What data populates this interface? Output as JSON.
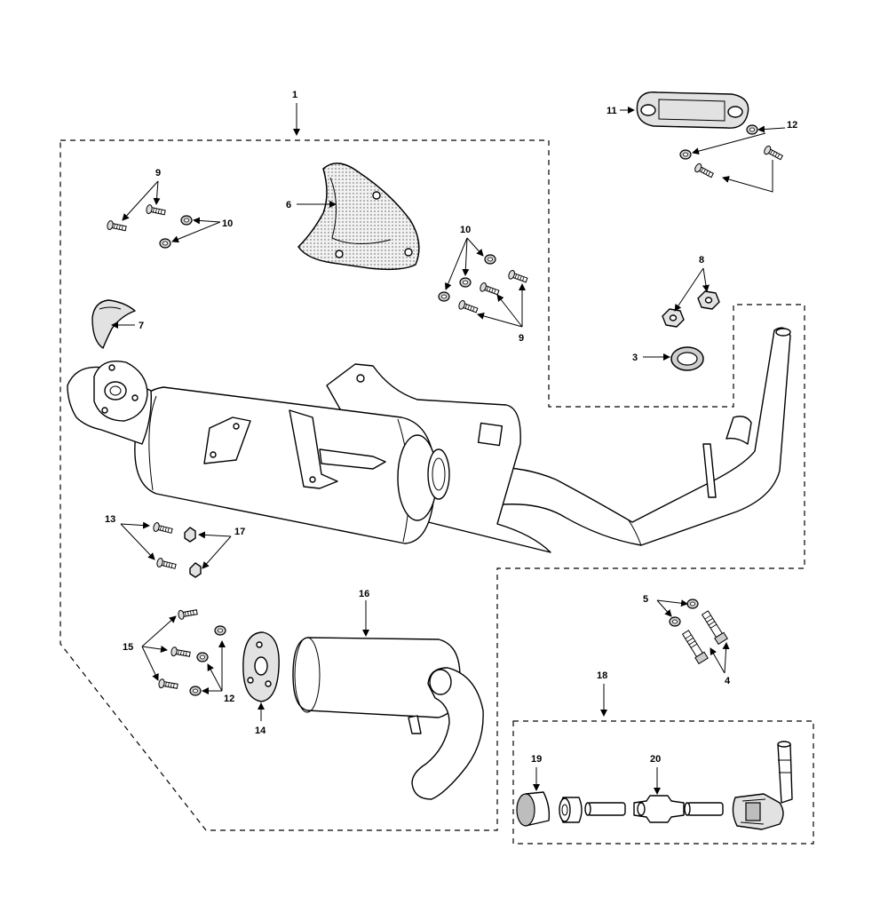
{
  "callouts": {
    "c1": "1",
    "c3": "3",
    "c4": "4",
    "c5": "5",
    "c6": "6",
    "c7": "7",
    "c8": "8",
    "c9a": "9",
    "c9b": "9",
    "c10a": "10",
    "c10b": "10",
    "c11": "11",
    "c12a": "12",
    "c12b": "12",
    "c13": "13",
    "c14": "14",
    "c15": "15",
    "c16": "16",
    "c17": "17",
    "c18": "18",
    "c19": "19",
    "c20": "20"
  }
}
